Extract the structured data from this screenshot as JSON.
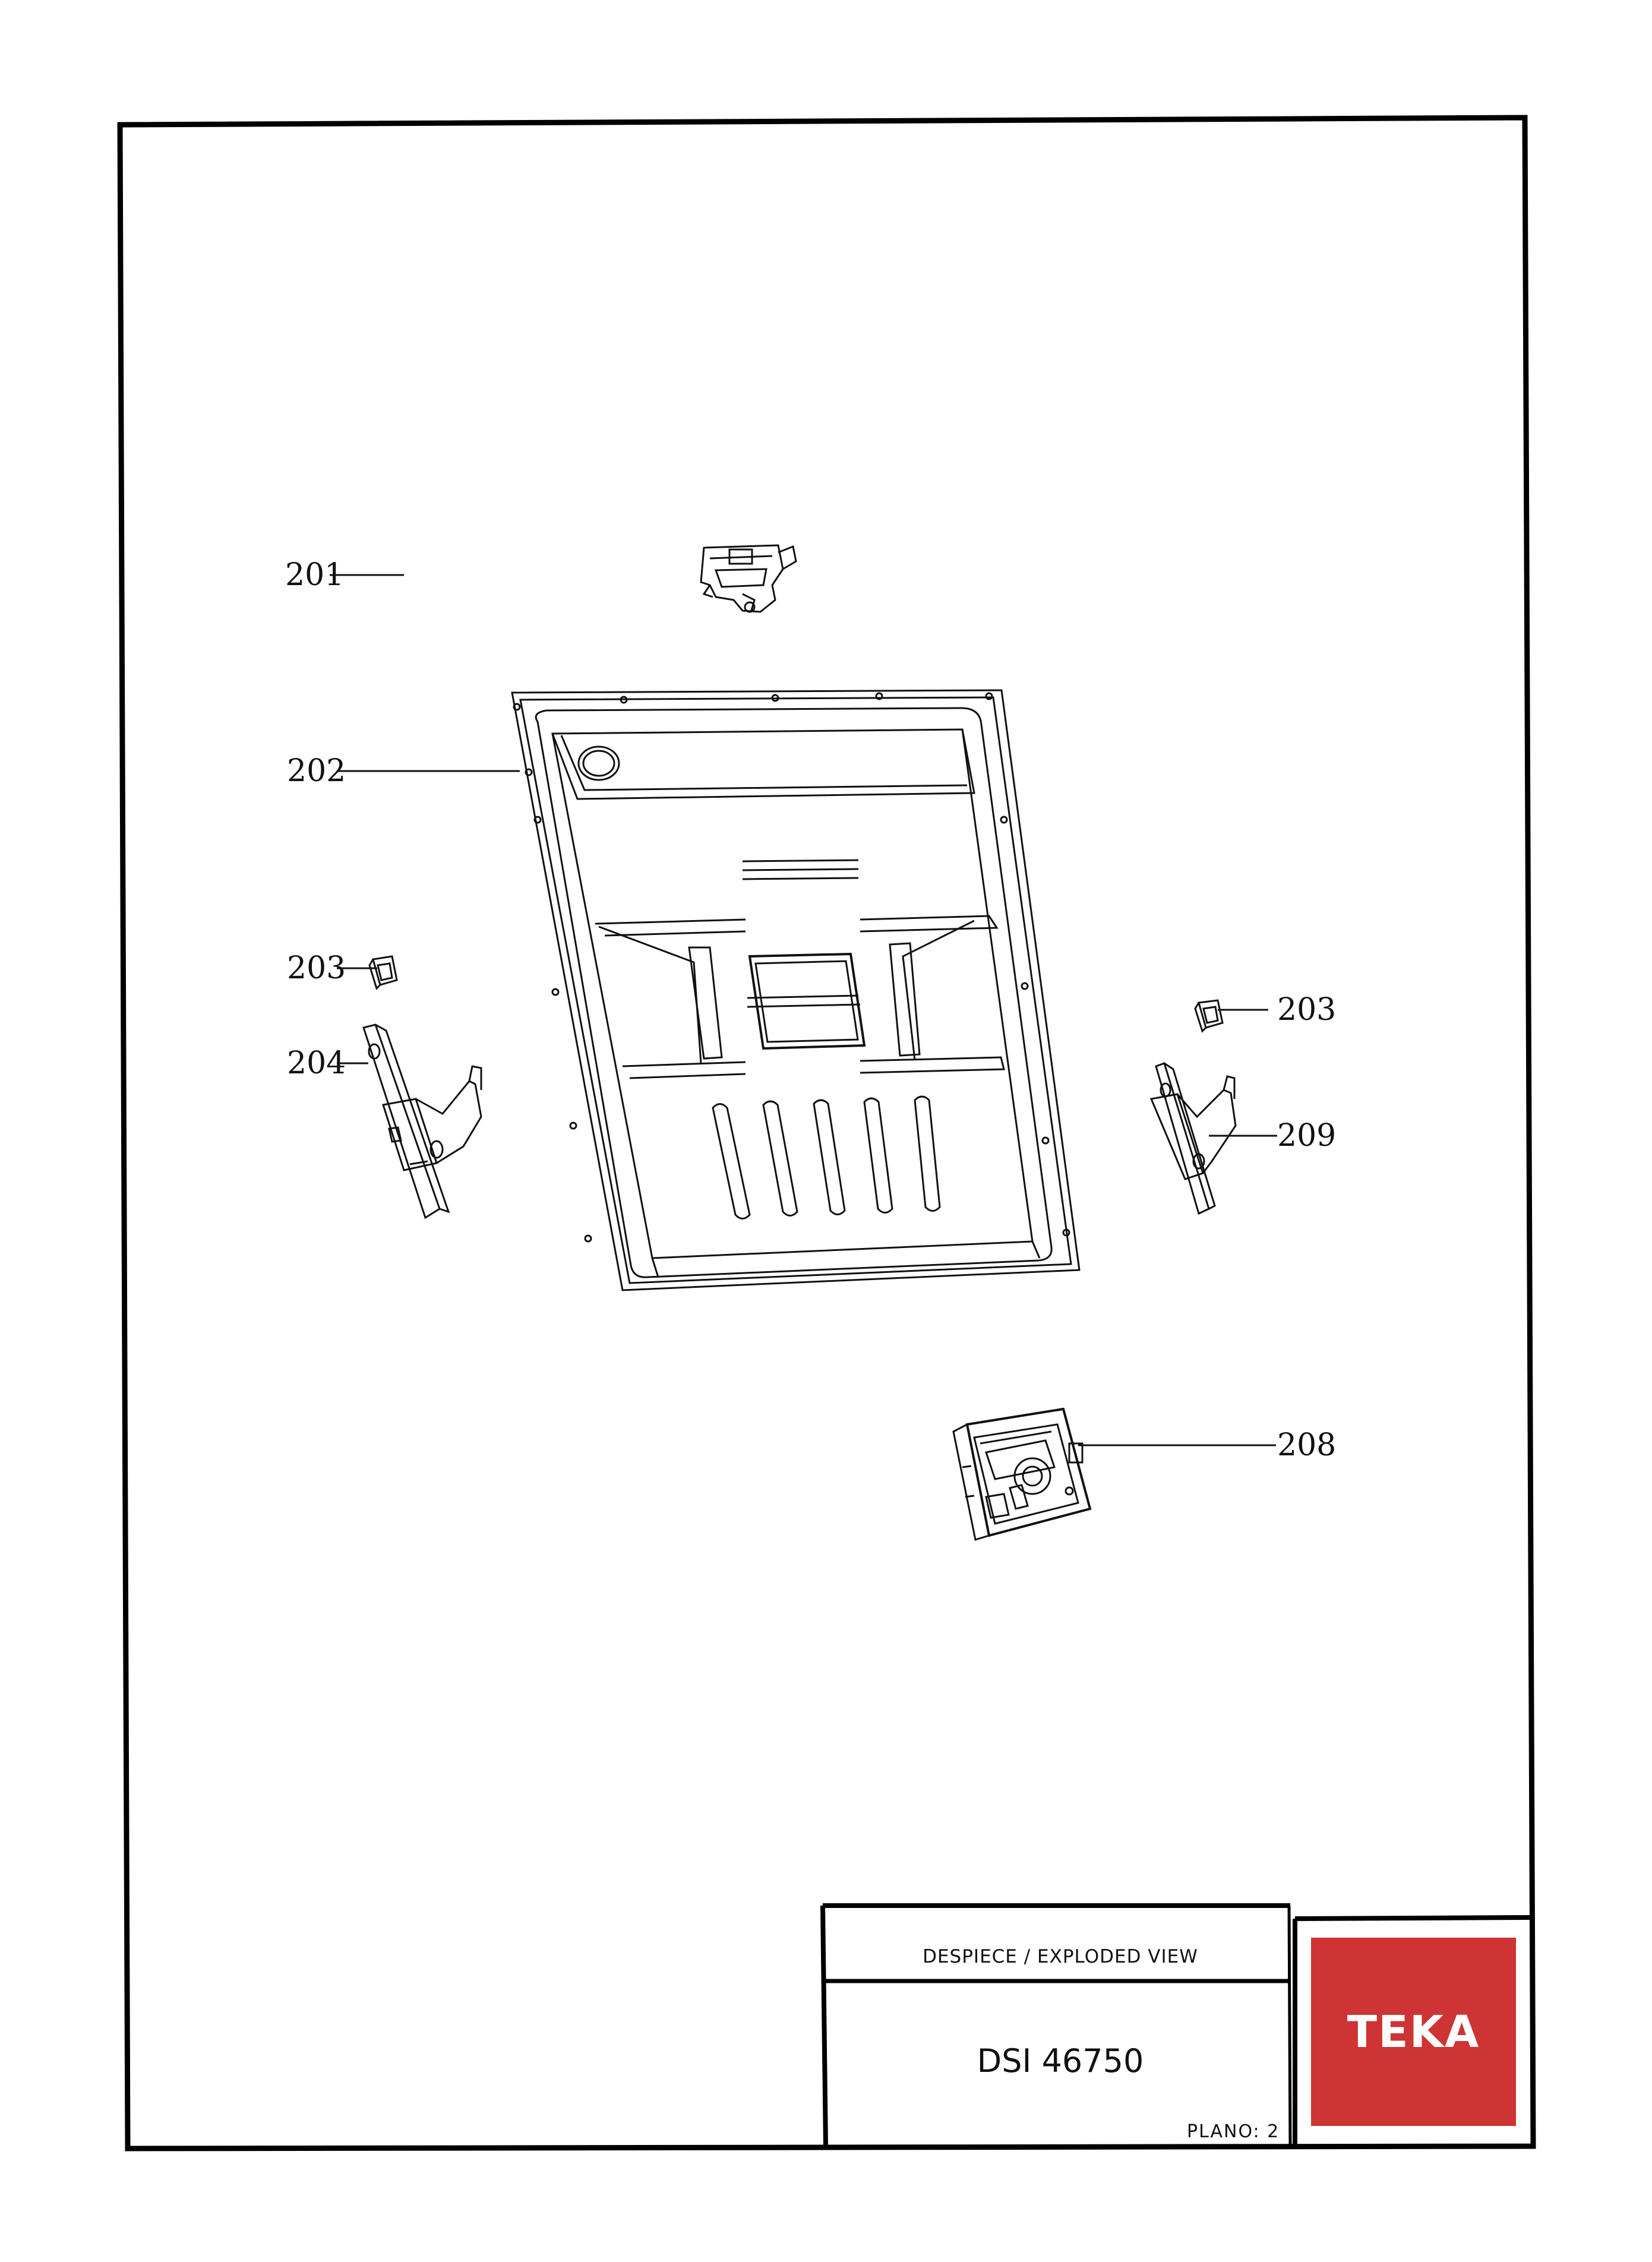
{
  "callouts": {
    "c201": "201",
    "c202": "202",
    "c203_left": "203",
    "c203_right": "203",
    "c204": "204",
    "c208": "208",
    "c209": "209"
  },
  "title_block": {
    "subtitle": "DESPIECE / EXPLODED VIEW",
    "model": "DSI 46750",
    "plan": "PLANO: 2"
  },
  "logo": {
    "text": "TEKA",
    "color": "#cd3433"
  }
}
